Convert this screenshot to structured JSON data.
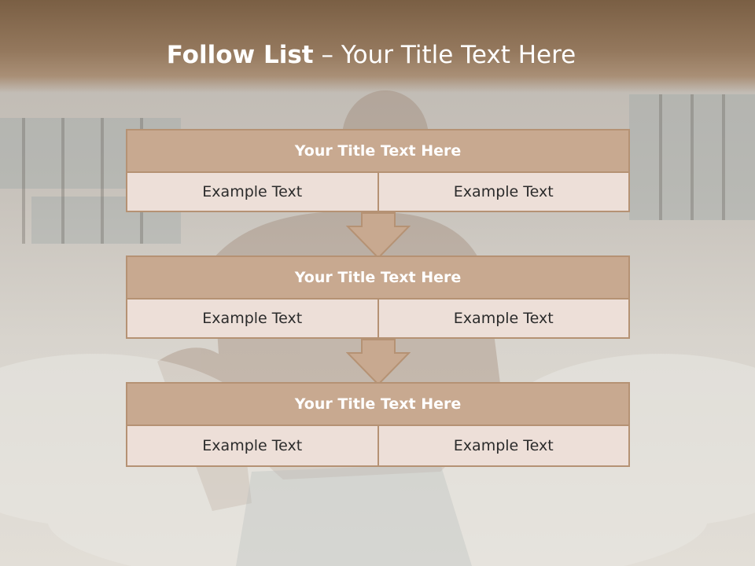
{
  "title": {
    "bold": "Follow List",
    "rest": " – Your Title Text Here"
  },
  "blocks": [
    {
      "title": "Your Title Text Here",
      "left": "Example Text",
      "right": "Example Text"
    },
    {
      "title": "Your Title Text Here",
      "left": "Example Text",
      "right": "Example Text"
    },
    {
      "title": "Your Title Text Here",
      "left": "Example Text",
      "right": "Example Text"
    }
  ],
  "colors": {
    "header": "#7a5f44",
    "block_title": "#c8a990",
    "block_border": "#b59274",
    "cell_bg": "#eddfd8"
  }
}
